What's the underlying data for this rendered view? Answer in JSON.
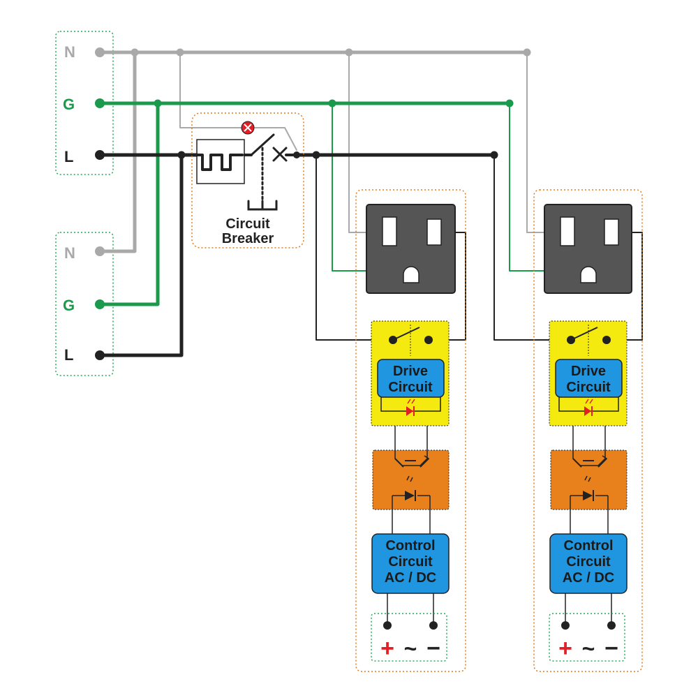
{
  "colors": {
    "neutral": "#a9a9a9",
    "ground": "#1a9a4a",
    "line": "#222222",
    "drive_fill": "#f4ea0f",
    "opto_fill": "#e8801c",
    "circuit_fill": "#2196e0",
    "socket_fill": "#555555",
    "dotted_orange": "#e07a1a",
    "dotted_green": "#22aa55",
    "plus": "#e21e26",
    "led": "#e21e26"
  },
  "terminals_top": {
    "n": "N",
    "g": "G",
    "l": "L"
  },
  "terminals_bottom": {
    "n": "N",
    "g": "G",
    "l": "L"
  },
  "breaker": {
    "line1": "Circuit",
    "line2": "Breaker"
  },
  "modules": [
    {
      "drive_line1": "Drive",
      "drive_line2": "Circuit",
      "control_line1": "Control",
      "control_line2": "Circuit",
      "control_line3": "AC / DC",
      "input_plus": "+",
      "input_ac": "~",
      "input_minus": "−"
    },
    {
      "drive_line1": "Drive",
      "drive_line2": "Circuit",
      "control_line1": "Control",
      "control_line2": "Circuit",
      "control_line3": "AC / DC",
      "input_plus": "+",
      "input_ac": "~",
      "input_minus": "−"
    }
  ]
}
